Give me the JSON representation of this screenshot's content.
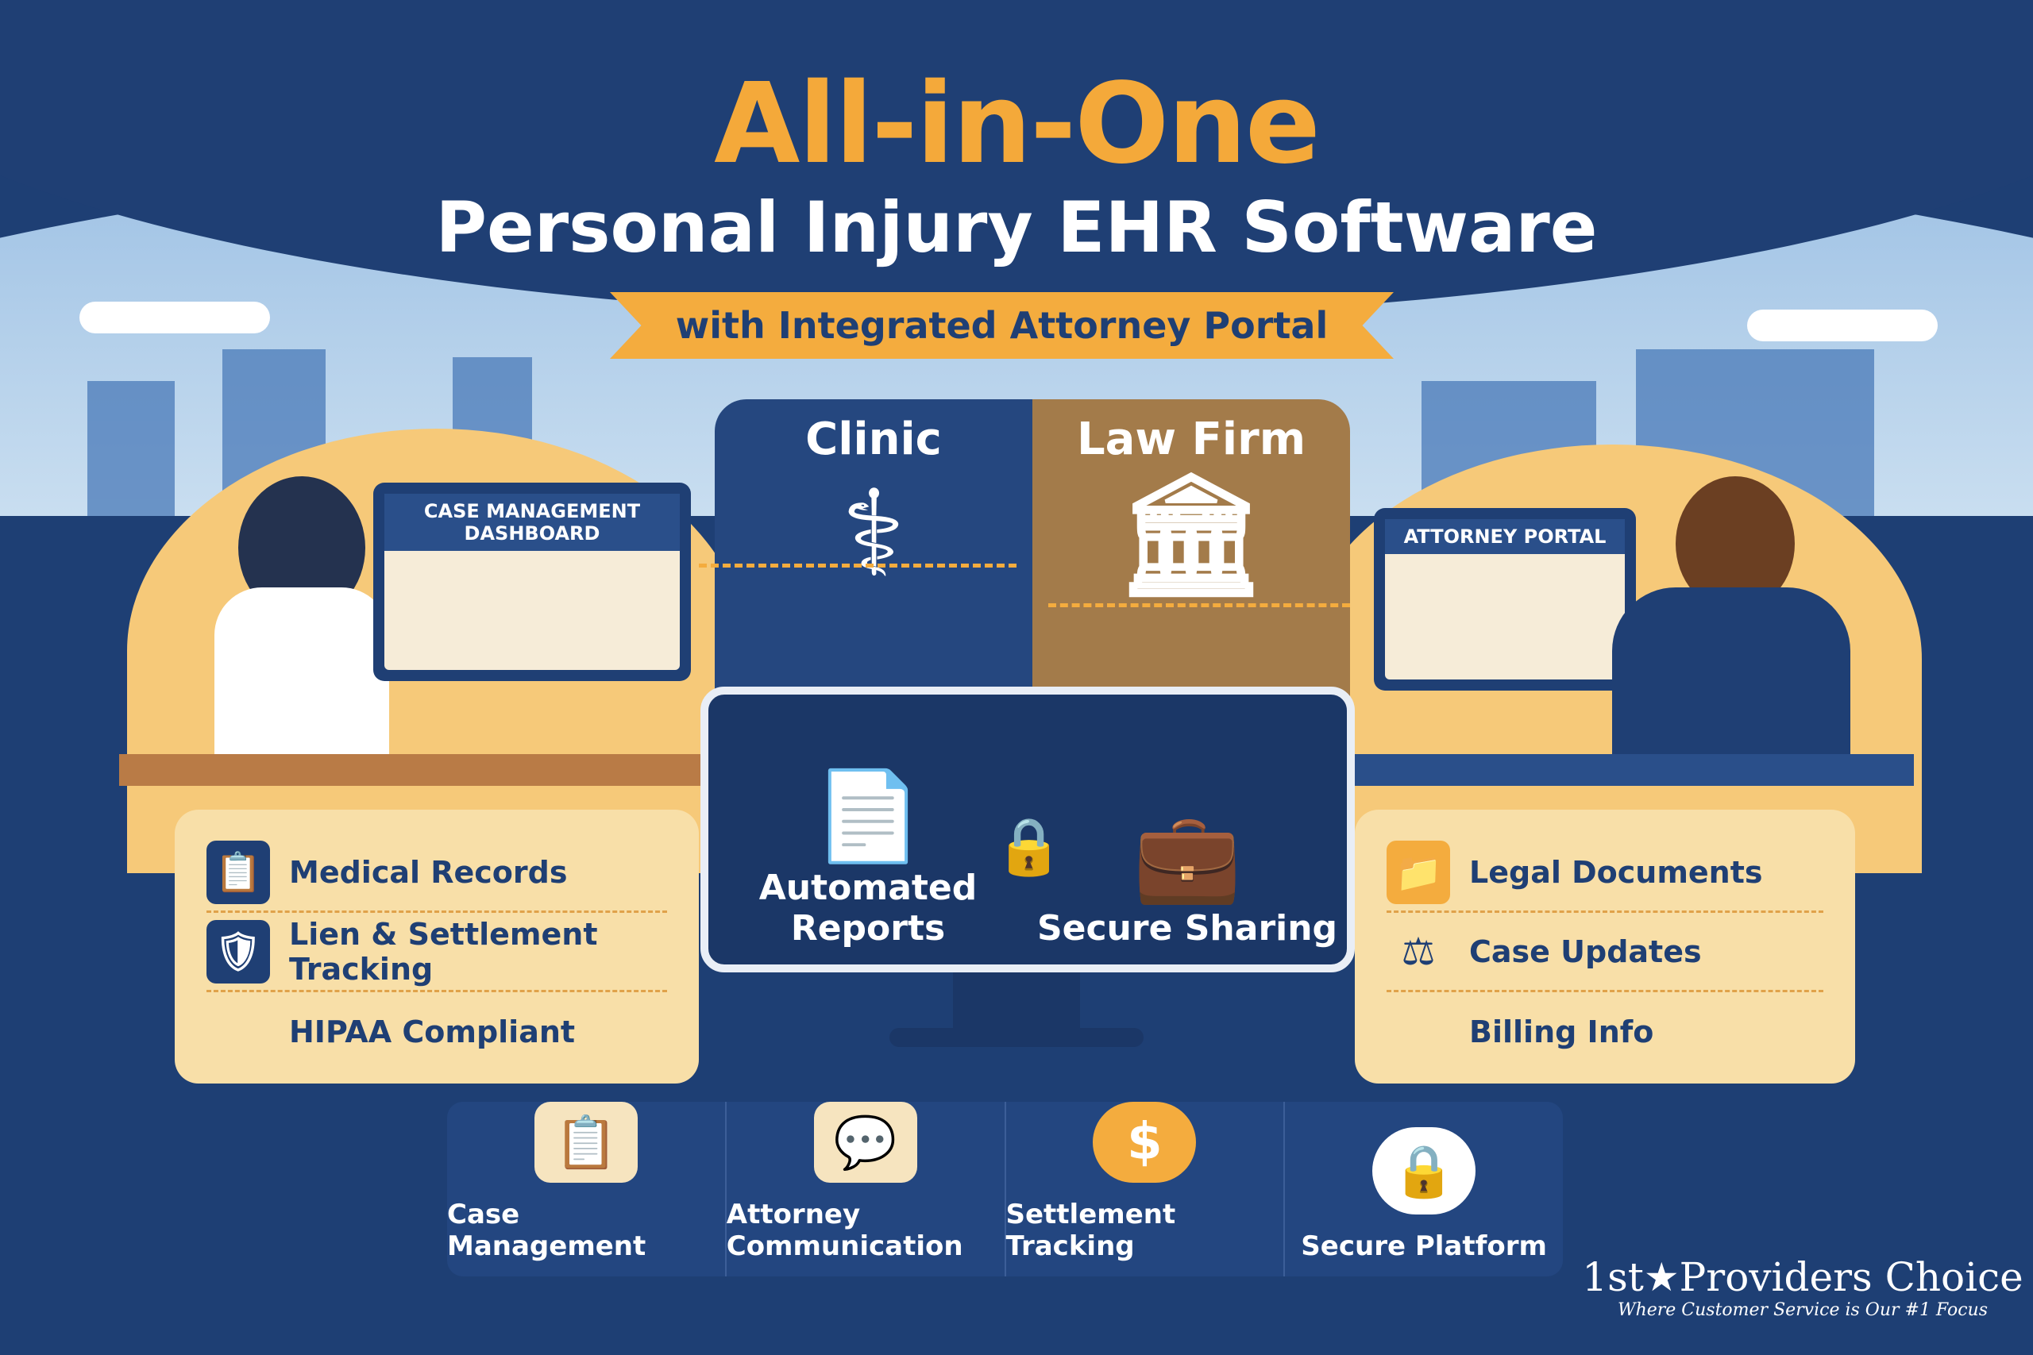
{
  "header": {
    "title": "All-in-One",
    "subtitle": "Personal Injury EHR Software",
    "ribbon": "with Integrated Attorney Portal"
  },
  "left_scene": {
    "screen_title": "CASE MANAGEMENT DASHBOARD"
  },
  "right_scene": {
    "screen_title": "ATTORNEY PORTAL"
  },
  "center": {
    "clinic_label": "Clinic",
    "law_firm_label": "Law Firm",
    "automated_reports": "Automated Reports",
    "secure_sharing": "Secure Sharing"
  },
  "left_features": [
    "Medical Records",
    "Lien & Settlement Tracking",
    "HIPAA Compliant"
  ],
  "right_features": [
    "Legal Documents",
    "Case Updates",
    "Billing Info"
  ],
  "bottom_features": [
    "Case Management",
    "Attorney Communication",
    "Settlement Tracking",
    "Secure Platform"
  ],
  "logo": {
    "name": "1st★Providers Choice",
    "tagline": "Where Customer Service is Our #1 Focus"
  },
  "colors": {
    "navy": "#1f3f74",
    "orange": "#f4ac3e",
    "cream": "#f8dfa8"
  }
}
